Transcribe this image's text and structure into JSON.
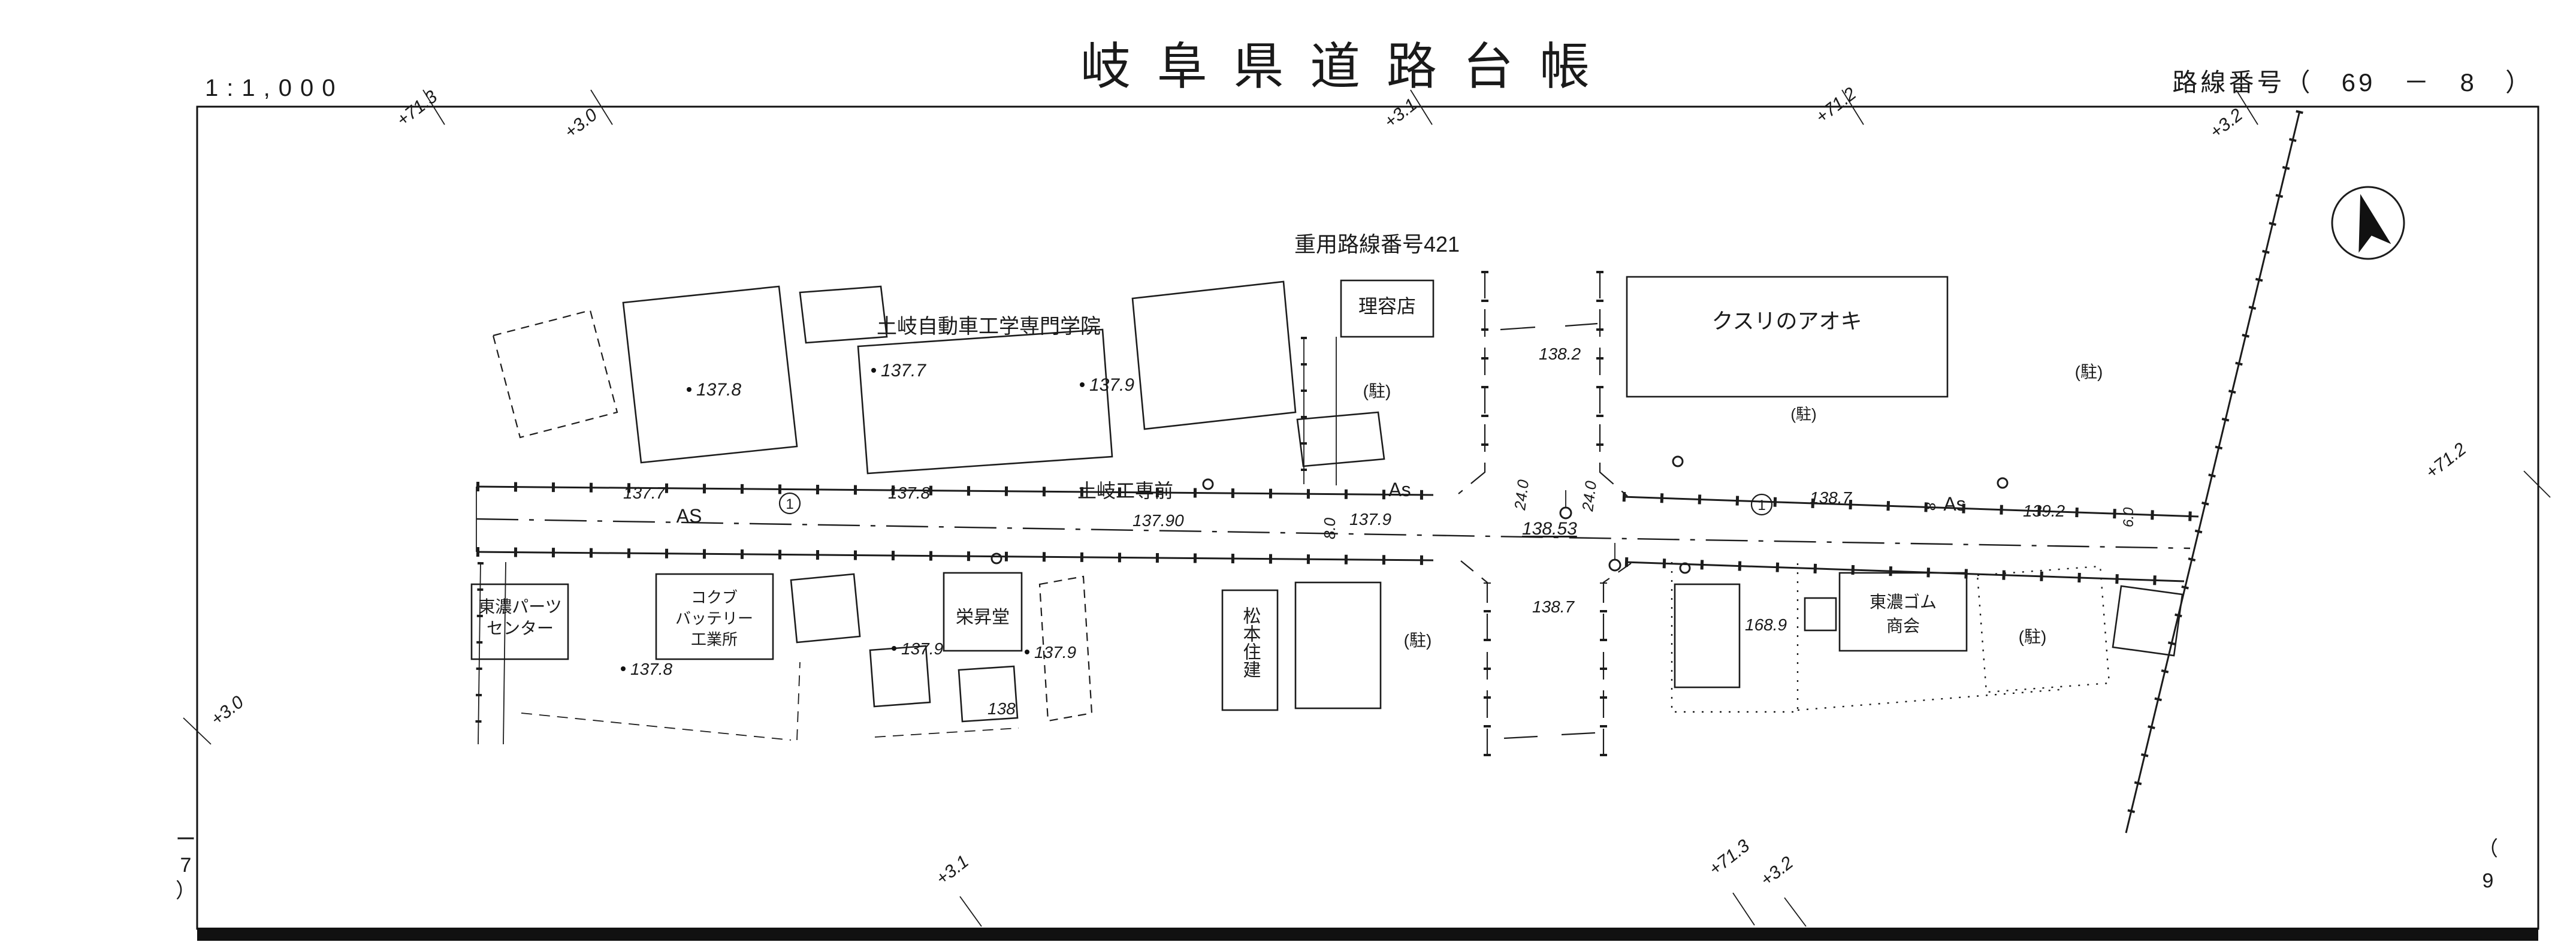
{
  "header": {
    "scale": "1:1,000",
    "title": "岐阜県道路台帳",
    "route_label": "路線番号（　69　－　8　）"
  },
  "sheet_refs": {
    "left": [
      "ー",
      "7",
      "）"
    ],
    "right": [
      "（",
      "9"
    ]
  },
  "edge_labels": {
    "top": [
      "+71.3",
      "+3.0",
      "+3.1",
      "+71.2",
      "+3.2"
    ],
    "right": [
      "+71.2"
    ],
    "left": [
      "+3.0"
    ],
    "bottom": [
      "+3.1",
      "+71.3",
      "+3.2"
    ]
  },
  "map": {
    "overlap_route": "重用路線番号421",
    "bus_stop": "土岐工専前",
    "parking": "(駐)",
    "surface_left": "AS",
    "surface_mid": "As",
    "surface_right": "As",
    "survey_point": "1",
    "buildings": {
      "school": "土岐自動車工学専門学院",
      "barber": "理容店",
      "pharmacy": "クスリのアオキ",
      "tono_parts": [
        "東濃パーツ",
        "センター"
      ],
      "kokubu": [
        "コクブ",
        "バッテリー",
        "工業所"
      ],
      "eishodo": "栄昇堂",
      "matsumoto": "松本住建",
      "tono_gomu": [
        "東濃ゴム",
        "商会"
      ]
    },
    "elev": {
      "t1": "137.8",
      "t2": "137.7",
      "t3": "137.9",
      "r1": "137.7",
      "r2": "137.8",
      "r3": "137.90",
      "r4": "137.9",
      "cross_e": "138.2",
      "bench": "138.53",
      "r5": "138.7",
      "r6": "139.2",
      "cross_s": "138.7",
      "lot": "168.9",
      "b1": "137.8",
      "b2": "137.9",
      "b3": "137.9",
      "b4": "138",
      "w1": "8.0",
      "w2": "24.0",
      "w3": "24.0",
      "w4": "8",
      "w5": "6.0"
    }
  }
}
